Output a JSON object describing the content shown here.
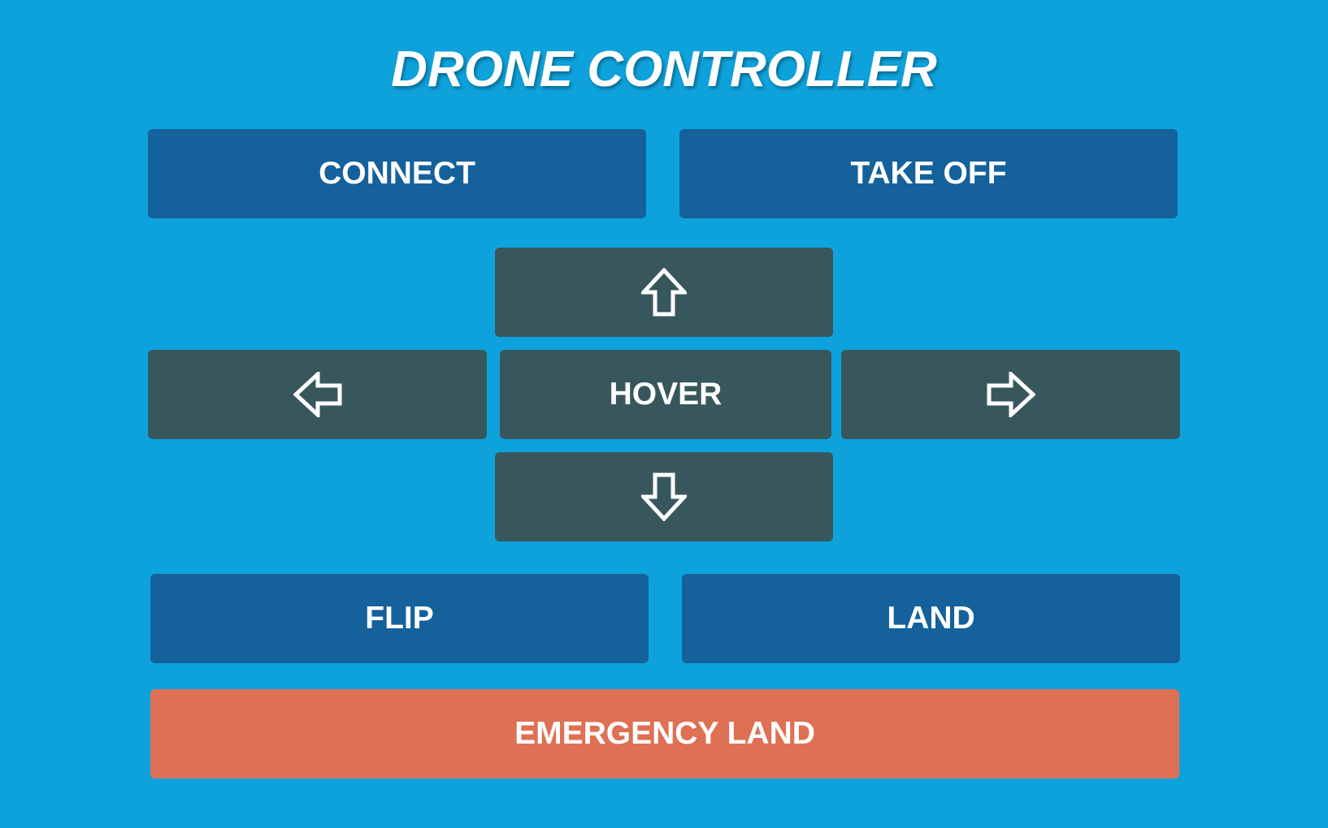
{
  "app": {
    "title": "DRONE CONTROLLER"
  },
  "colors": {
    "background": "#0ea2dc",
    "primary_button": "#14619b",
    "direction_button": "#38575d",
    "emergency_button": "#de7054",
    "text": "#ffffff"
  },
  "controls": {
    "connect_label": "CONNECT",
    "takeoff_label": "TAKE OFF",
    "hover_label": "HOVER",
    "flip_label": "FLIP",
    "land_label": "LAND",
    "emergency_land_label": "EMERGENCY LAND"
  },
  "icons": {
    "up": "arrow-up-outline-icon",
    "down": "arrow-down-outline-icon",
    "left": "arrow-left-outline-icon",
    "right": "arrow-right-outline-icon"
  }
}
